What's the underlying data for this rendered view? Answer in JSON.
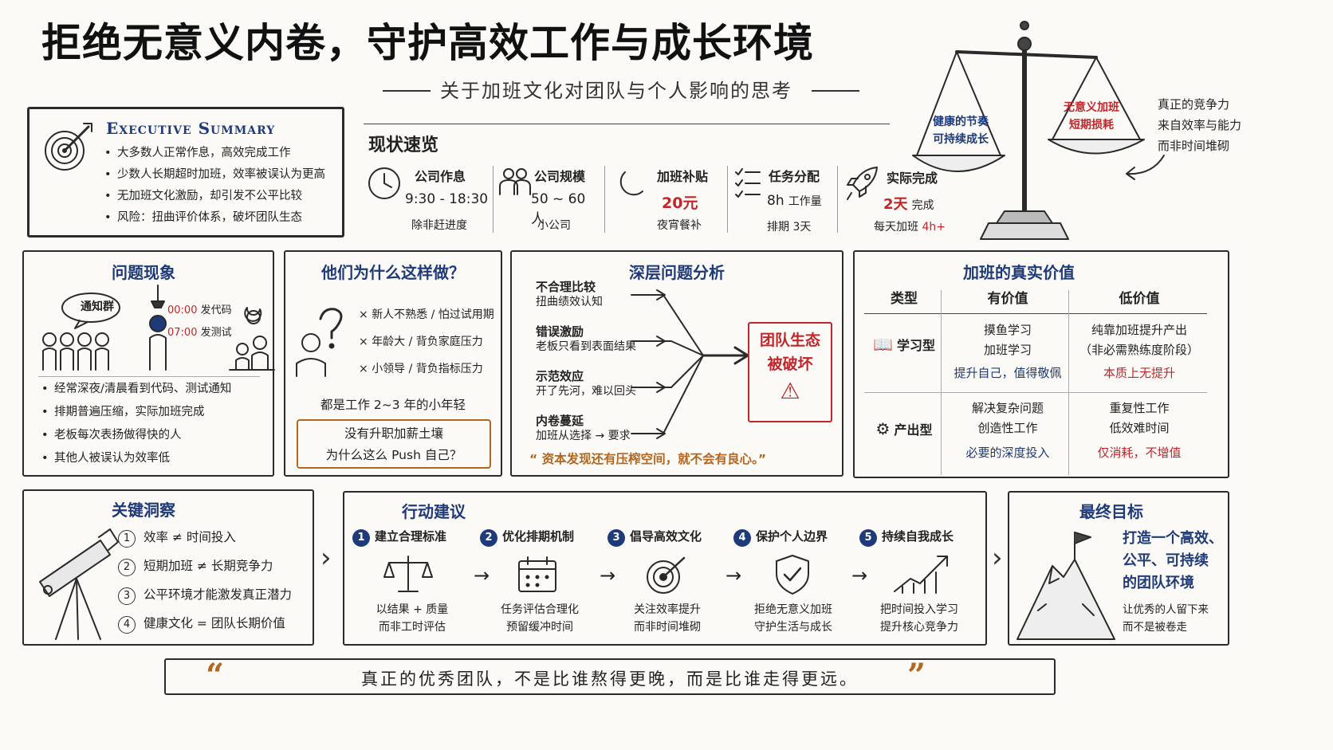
{
  "header": {
    "title": "拒绝无意义内卷，守护高效工作与成长环境",
    "subtitle": "关于加班文化对团队与个人影响的思考"
  },
  "scale": {
    "left_pan": [
      "健康的节奏",
      "可持续成长"
    ],
    "right_pan": [
      "无意义加班",
      "短期损耗"
    ],
    "note": [
      "真正的竞争力",
      "来自效率与能力",
      "而非时间堆砌"
    ]
  },
  "summary": {
    "title": "Executive Summary",
    "items": [
      "大多数人正常作息，高效完成工作",
      "少数人长期超时加班，效率被误认为更高",
      "无加班文化激励，却引发不公平比较",
      "风险：扭曲评价体系，破坏团队生态"
    ]
  },
  "overview": {
    "title": "现状速览",
    "stats": [
      {
        "label": "公司作息",
        "value": "9:30 - 18:30",
        "note": "除非赶进度"
      },
      {
        "label": "公司规模",
        "value": "50 ~ 60 人",
        "note": "小公司"
      },
      {
        "label": "加班补贴",
        "value": "20元",
        "note": "夜宵餐补"
      },
      {
        "label": "任务分配",
        "value": "8h",
        "value_unit": "工作量",
        "note": "排期 3天"
      },
      {
        "label": "实际完成",
        "value": "2天",
        "value_unit": "完成",
        "note": "每天加班 ",
        "note_red": "4h+"
      }
    ]
  },
  "problem": {
    "title": "问题现象",
    "group_label": "通知群",
    "times": [
      {
        "t": "00:00",
        "d": "发代码"
      },
      {
        "t": "07:00",
        "d": "发测试"
      }
    ],
    "items": [
      "经常深夜/清晨看到代码、测试通知",
      "排期普遍压缩，实际加班完成",
      "老板每次表扬做得快的人",
      "其他人被误认为效率低"
    ]
  },
  "why": {
    "title": "他们为什么这样做？",
    "reasons": [
      "新人不熟悉 / 怕过试用期",
      "年龄大 / 背负家庭压力",
      "小领导 / 背负指标压力"
    ],
    "conclusion": "都是工作 2~3 年的小年轻",
    "question": [
      "没有升职加薪土壤",
      "为什么这么 Push 自己？"
    ]
  },
  "deep": {
    "title": "深层问题分析",
    "causes": [
      {
        "h": "不合理比较",
        "d": "扭曲绩效认知"
      },
      {
        "h": "错误激励",
        "d": "老板只看到表面结果"
      },
      {
        "h": "示范效应",
        "d": "开了先河，难以回头"
      },
      {
        "h": "内卷蔓延",
        "d": "加班从选择 → 要求"
      }
    ],
    "result": [
      "团队生态",
      "被破坏"
    ],
    "quote": "“ 资本发现还有压榨空间，就不会有良心。”"
  },
  "value": {
    "title": "加班的真实价值",
    "headers": [
      "类型",
      "有价值",
      "低价值"
    ],
    "rows": [
      {
        "type": "学习型",
        "good": [
          "摸鱼学习",
          "加班学习"
        ],
        "good_note": "提升自己，值得敬佩",
        "bad": [
          "纯靠加班提升产出",
          "（非必需熟练度阶段）"
        ],
        "bad_note": "本质上无提升"
      },
      {
        "type": "产出型",
        "good": [
          "解决复杂问题",
          "创造性工作"
        ],
        "good_note": "必要的深度投入",
        "bad": [
          "重复性工作",
          "低效难时间"
        ],
        "bad_note": "仅消耗，不增值"
      }
    ]
  },
  "insight": {
    "title": "关键洞察",
    "items": [
      "效率 ≠ 时间投入",
      "短期加班 ≠ 长期竞争力",
      "公平环境才能激发真正潜力",
      "健康文化 = 团队长期价值"
    ]
  },
  "actions": {
    "title": "行动建议",
    "steps": [
      {
        "n": "1",
        "h": "建立合理标准",
        "d": [
          "以结果 + 质量",
          "而非工时评估"
        ]
      },
      {
        "n": "2",
        "h": "优化排期机制",
        "d": [
          "任务评估合理化",
          "预留缓冲时间"
        ]
      },
      {
        "n": "3",
        "h": "倡导高效文化",
        "d": [
          "关注效率提升",
          "而非时间堆砌"
        ]
      },
      {
        "n": "4",
        "h": "保护个人边界",
        "d": [
          "拒绝无意义加班",
          "守护生活与成长"
        ]
      },
      {
        "n": "5",
        "h": "持续自我成长",
        "d": [
          "把时间投入学习",
          "提升核心竞争力"
        ]
      }
    ]
  },
  "goal": {
    "title": "最终目标",
    "main": [
      "打造一个高效、",
      "公平、可持续",
      "的团队环境"
    ],
    "sub": [
      "让优秀的人留下来",
      "而不是被卷走"
    ]
  },
  "footer": {
    "open_quote": "“",
    "quote": "真正的优秀团队，不是比谁熬得更晚，而是比谁走得更远。",
    "close_quote": "”"
  }
}
